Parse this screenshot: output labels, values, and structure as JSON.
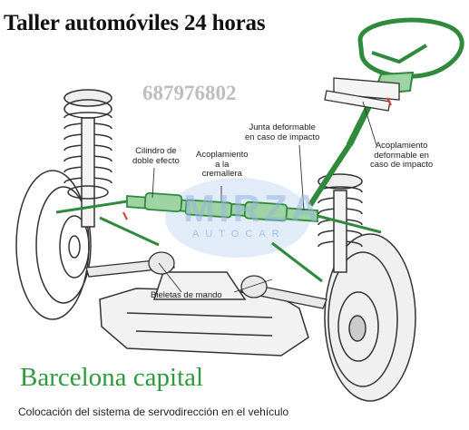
{
  "headline": "Taller automóviles 24 horas",
  "phone": "687976802",
  "city": "Barcelona capital",
  "caption": "Colocación del sistema de servodirección en el vehículo",
  "watermark": {
    "brand": "MIRZA",
    "sub": "AUTOCAR"
  },
  "labels": {
    "junta_line1": "Junta deformable",
    "junta_line2": "en caso de impacto",
    "acople_impact_line1": "Acoplamiento",
    "acople_impact_line2": "deformable en",
    "acople_impact_line3": "caso de impacto",
    "cilindro_line1": "Cilindro de",
    "cilindro_line2": "doble efecto",
    "acople_crem_line1": "Acoplamiento",
    "acople_crem_line2": "a la",
    "acople_crem_line3": "cremallera",
    "bieletas": "Bieletas de mando"
  },
  "colors": {
    "steering": "#2f8a3c",
    "title_green": "#2e9a3c",
    "phone_gray": "#bdbdbd",
    "marker_red": "#d93a2b"
  }
}
